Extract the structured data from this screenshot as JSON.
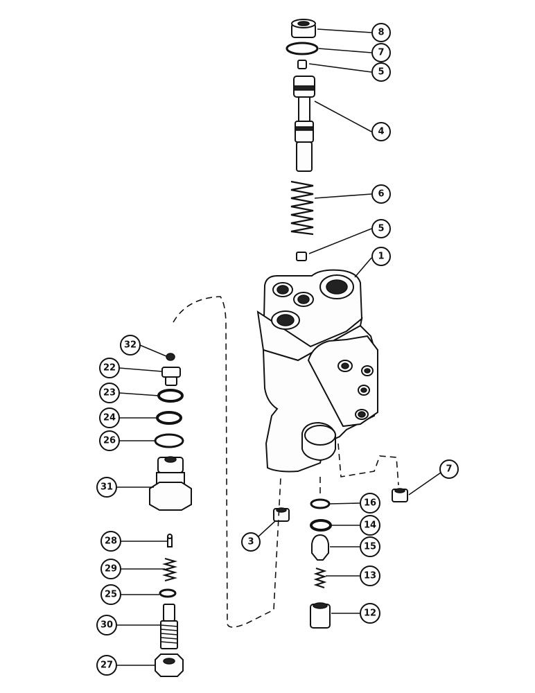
{
  "callouts": [
    {
      "id": "c8",
      "label": "8"
    },
    {
      "id": "c7a",
      "label": "7"
    },
    {
      "id": "c5a",
      "label": "5"
    },
    {
      "id": "c4",
      "label": "4"
    },
    {
      "id": "c6",
      "label": "6"
    },
    {
      "id": "c5b",
      "label": "5"
    },
    {
      "id": "c1",
      "label": "1"
    },
    {
      "id": "c32",
      "label": "32"
    },
    {
      "id": "c22",
      "label": "22"
    },
    {
      "id": "c23",
      "label": "23"
    },
    {
      "id": "c24",
      "label": "24"
    },
    {
      "id": "c26",
      "label": "26"
    },
    {
      "id": "c31",
      "label": "31"
    },
    {
      "id": "c7b",
      "label": "7"
    },
    {
      "id": "c16",
      "label": "16"
    },
    {
      "id": "c14",
      "label": "14"
    },
    {
      "id": "c3",
      "label": "3"
    },
    {
      "id": "c15",
      "label": "15"
    },
    {
      "id": "c28",
      "label": "28"
    },
    {
      "id": "c29",
      "label": "29"
    },
    {
      "id": "c13",
      "label": "13"
    },
    {
      "id": "c25",
      "label": "25"
    },
    {
      "id": "c12",
      "label": "12"
    },
    {
      "id": "c30",
      "label": "30"
    },
    {
      "id": "c27",
      "label": "27"
    }
  ]
}
